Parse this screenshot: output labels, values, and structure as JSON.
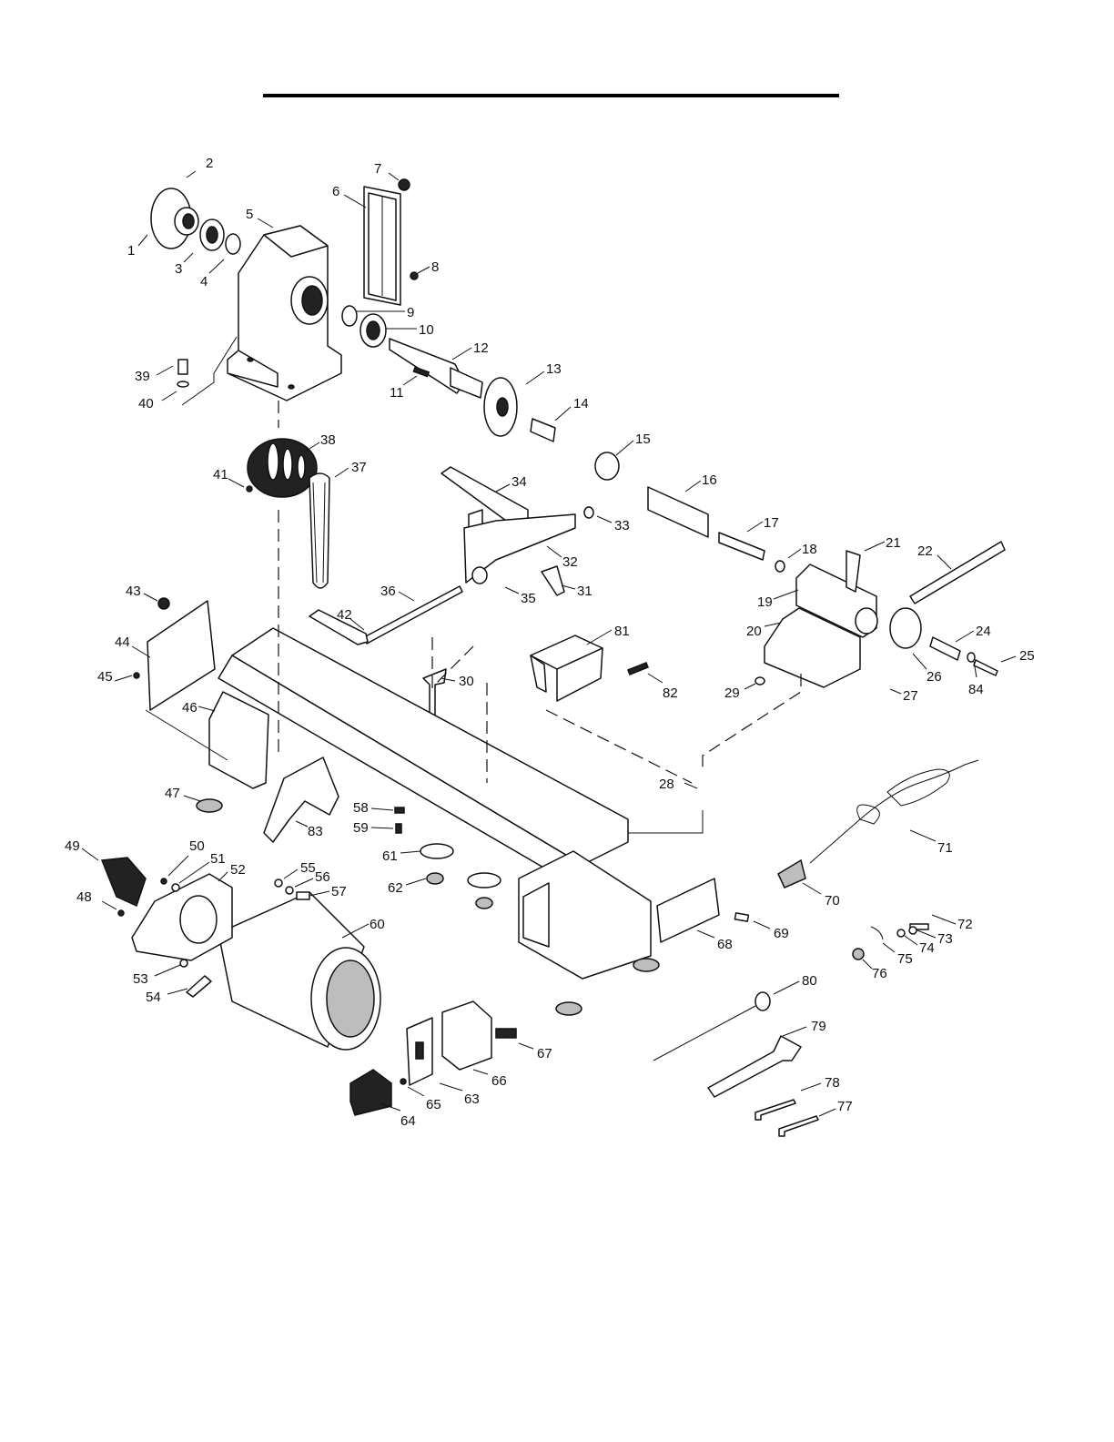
{
  "diagram": {
    "type": "exploded-parts-diagram",
    "callouts": [
      {
        "label": "1"
      },
      {
        "label": "2"
      },
      {
        "label": "3"
      },
      {
        "label": "4"
      },
      {
        "label": "5"
      },
      {
        "label": "6"
      },
      {
        "label": "7"
      },
      {
        "label": "8"
      },
      {
        "label": "9"
      },
      {
        "label": "10"
      },
      {
        "label": "11"
      },
      {
        "label": "12"
      },
      {
        "label": "13"
      },
      {
        "label": "14"
      },
      {
        "label": "15"
      },
      {
        "label": "16"
      },
      {
        "label": "17"
      },
      {
        "label": "18"
      },
      {
        "label": "19"
      },
      {
        "label": "20"
      },
      {
        "label": "21"
      },
      {
        "label": "22"
      },
      {
        "label": "24"
      },
      {
        "label": "25"
      },
      {
        "label": "26"
      },
      {
        "label": "27"
      },
      {
        "label": "28"
      },
      {
        "label": "29"
      },
      {
        "label": "30"
      },
      {
        "label": "31"
      },
      {
        "label": "32"
      },
      {
        "label": "33"
      },
      {
        "label": "34"
      },
      {
        "label": "35"
      },
      {
        "label": "36"
      },
      {
        "label": "37"
      },
      {
        "label": "38"
      },
      {
        "label": "39"
      },
      {
        "label": "40"
      },
      {
        "label": "41"
      },
      {
        "label": "42"
      },
      {
        "label": "43"
      },
      {
        "label": "44"
      },
      {
        "label": "45"
      },
      {
        "label": "46"
      },
      {
        "label": "47"
      },
      {
        "label": "48"
      },
      {
        "label": "49"
      },
      {
        "label": "50"
      },
      {
        "label": "51"
      },
      {
        "label": "52"
      },
      {
        "label": "53"
      },
      {
        "label": "54"
      },
      {
        "label": "55"
      },
      {
        "label": "56"
      },
      {
        "label": "57"
      },
      {
        "label": "58"
      },
      {
        "label": "59"
      },
      {
        "label": "60"
      },
      {
        "label": "61"
      },
      {
        "label": "62"
      },
      {
        "label": "63"
      },
      {
        "label": "64"
      },
      {
        "label": "65"
      },
      {
        "label": "66"
      },
      {
        "label": "67"
      },
      {
        "label": "68"
      },
      {
        "label": "69"
      },
      {
        "label": "70"
      },
      {
        "label": "71"
      },
      {
        "label": "72"
      },
      {
        "label": "73"
      },
      {
        "label": "74"
      },
      {
        "label": "75"
      },
      {
        "label": "76"
      },
      {
        "label": "77"
      },
      {
        "label": "78"
      },
      {
        "label": "79"
      },
      {
        "label": "80"
      },
      {
        "label": "81"
      },
      {
        "label": "82"
      },
      {
        "label": "83"
      },
      {
        "label": "84"
      }
    ]
  }
}
